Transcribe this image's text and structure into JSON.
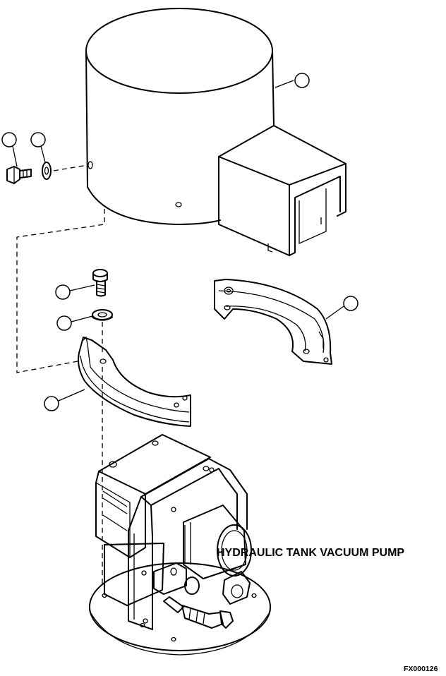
{
  "title": "HYDRAULIC TANK VACUUM PUMP",
  "figure_code": "FX000126",
  "parts": [
    {
      "name": "cover",
      "callout": ""
    },
    {
      "name": "cap-screw-cover",
      "callout": ""
    },
    {
      "name": "washer-cover",
      "callout": ""
    },
    {
      "name": "cap-screw-bracket",
      "callout": ""
    },
    {
      "name": "washer-bracket",
      "callout": ""
    },
    {
      "name": "bracket-right",
      "callout": ""
    },
    {
      "name": "bracket-left",
      "callout": ""
    },
    {
      "name": "vacuum-pump",
      "callout": ""
    }
  ]
}
